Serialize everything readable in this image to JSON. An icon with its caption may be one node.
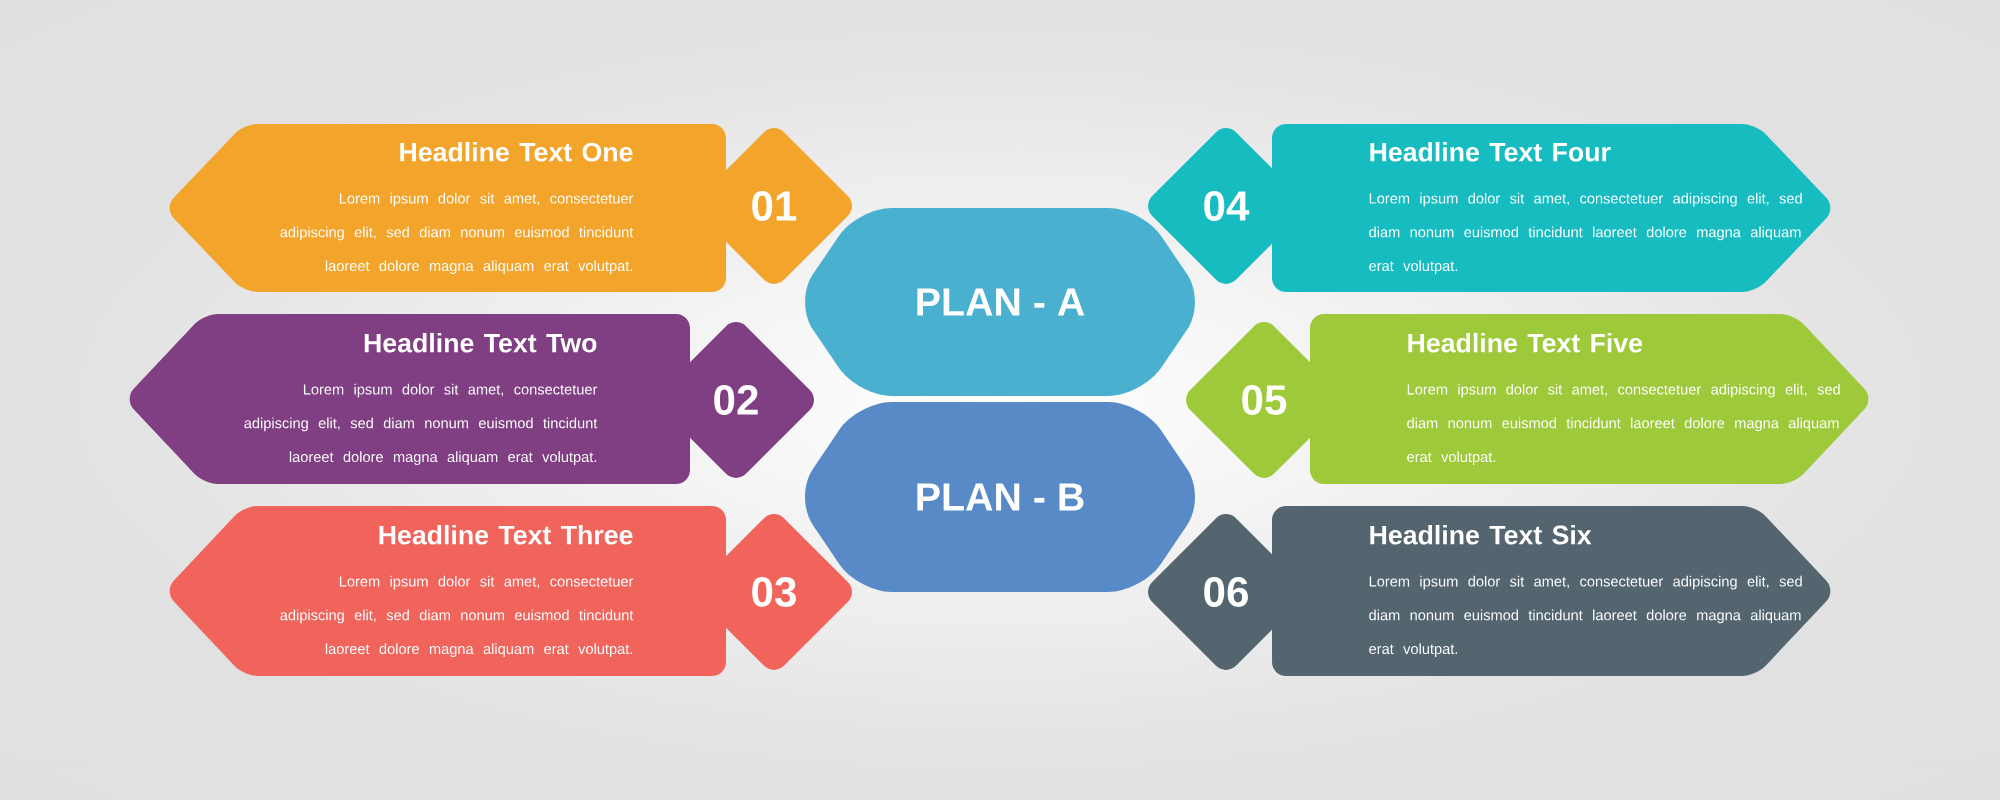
{
  "diagram": {
    "nodes": [
      {
        "text": [
          "Headline Text One",
          "Lorem ipsum dolor sit amet, consectetuer adipiscing elit, sed diam nonum euismod tincidunt laoreet dolore magna aliquam erat volutpat."
        ]
      },
      {
        "text": [
          "Headline Text Two",
          "Lorem ipsum dolor sit amet, consectetuer adipiscing elit, sed diam nonum euismod tincidunt laoreet dolore magna aliquam erat volutpat."
        ]
      },
      {
        "text": [
          "Headline Text Three",
          "Lorem ipsum dolor sit amet, consectetuer adipiscing elit, sed diam nonum euismod tincidunt laoreet dolore magna aliquam erat volutpat."
        ]
      },
      {
        "text": [
          "Headline Text Four",
          "Lorem ipsum dolor sit amet, consectetuer adipiscing elit, sed diam nonum euismod tincidunt laoreet dolore magna aliquam erat volutpat."
        ]
      },
      {
        "text": [
          "Headline Text Five",
          "Lorem ipsum dolor sit amet, consectetuer adipiscing elit, sed diam nonum euismod tincidunt laoreet dolore magna aliquam erat volutpat."
        ]
      },
      {
        "text": [
          "Headline Text Six",
          "Lorem ipsum dolor sit amet, consectetuer adipiscing elit, sed diam nonum euismod tincidunt laoreet dolore magna aliquam erat volutpat."
        ]
      },
      {
        "text": [
          "01"
        ]
      },
      {
        "text": [
          "02"
        ]
      },
      {
        "text": [
          "03"
        ]
      },
      {
        "text": [
          "04"
        ]
      },
      {
        "text": [
          "05"
        ]
      },
      {
        "text": [
          "06"
        ]
      },
      {
        "text": [
          "PLAN - A"
        ]
      },
      {
        "text": [
          "PLAN - B"
        ]
      }
    ]
  }
}
